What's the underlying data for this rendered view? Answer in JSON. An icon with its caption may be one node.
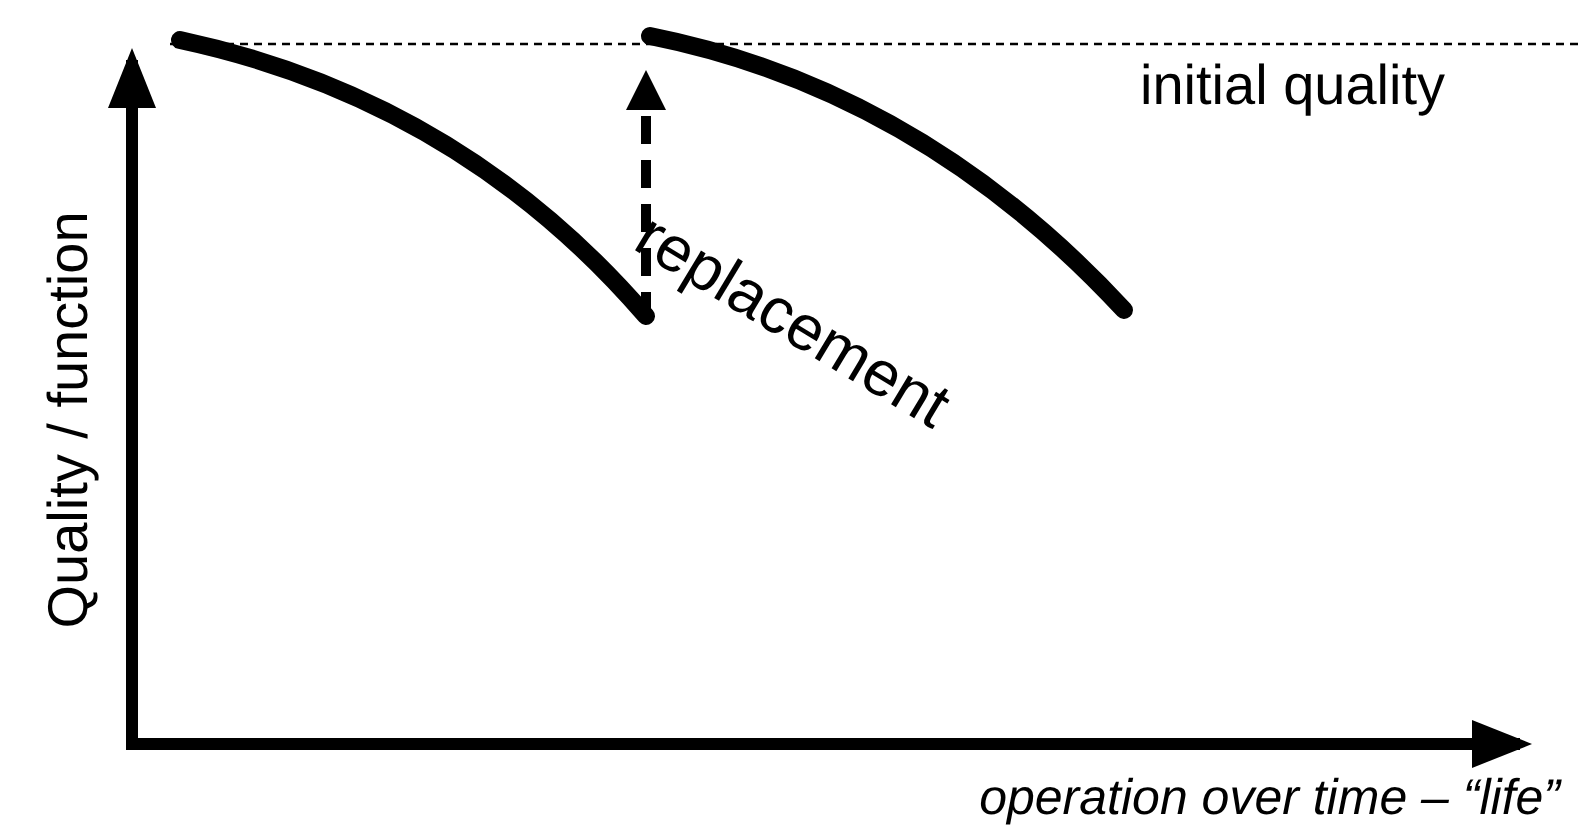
{
  "diagram": {
    "labels": [
      "Quality  / function",
      "initial quality",
      "replacement",
      "operation over time – “life”"
    ]
  }
}
